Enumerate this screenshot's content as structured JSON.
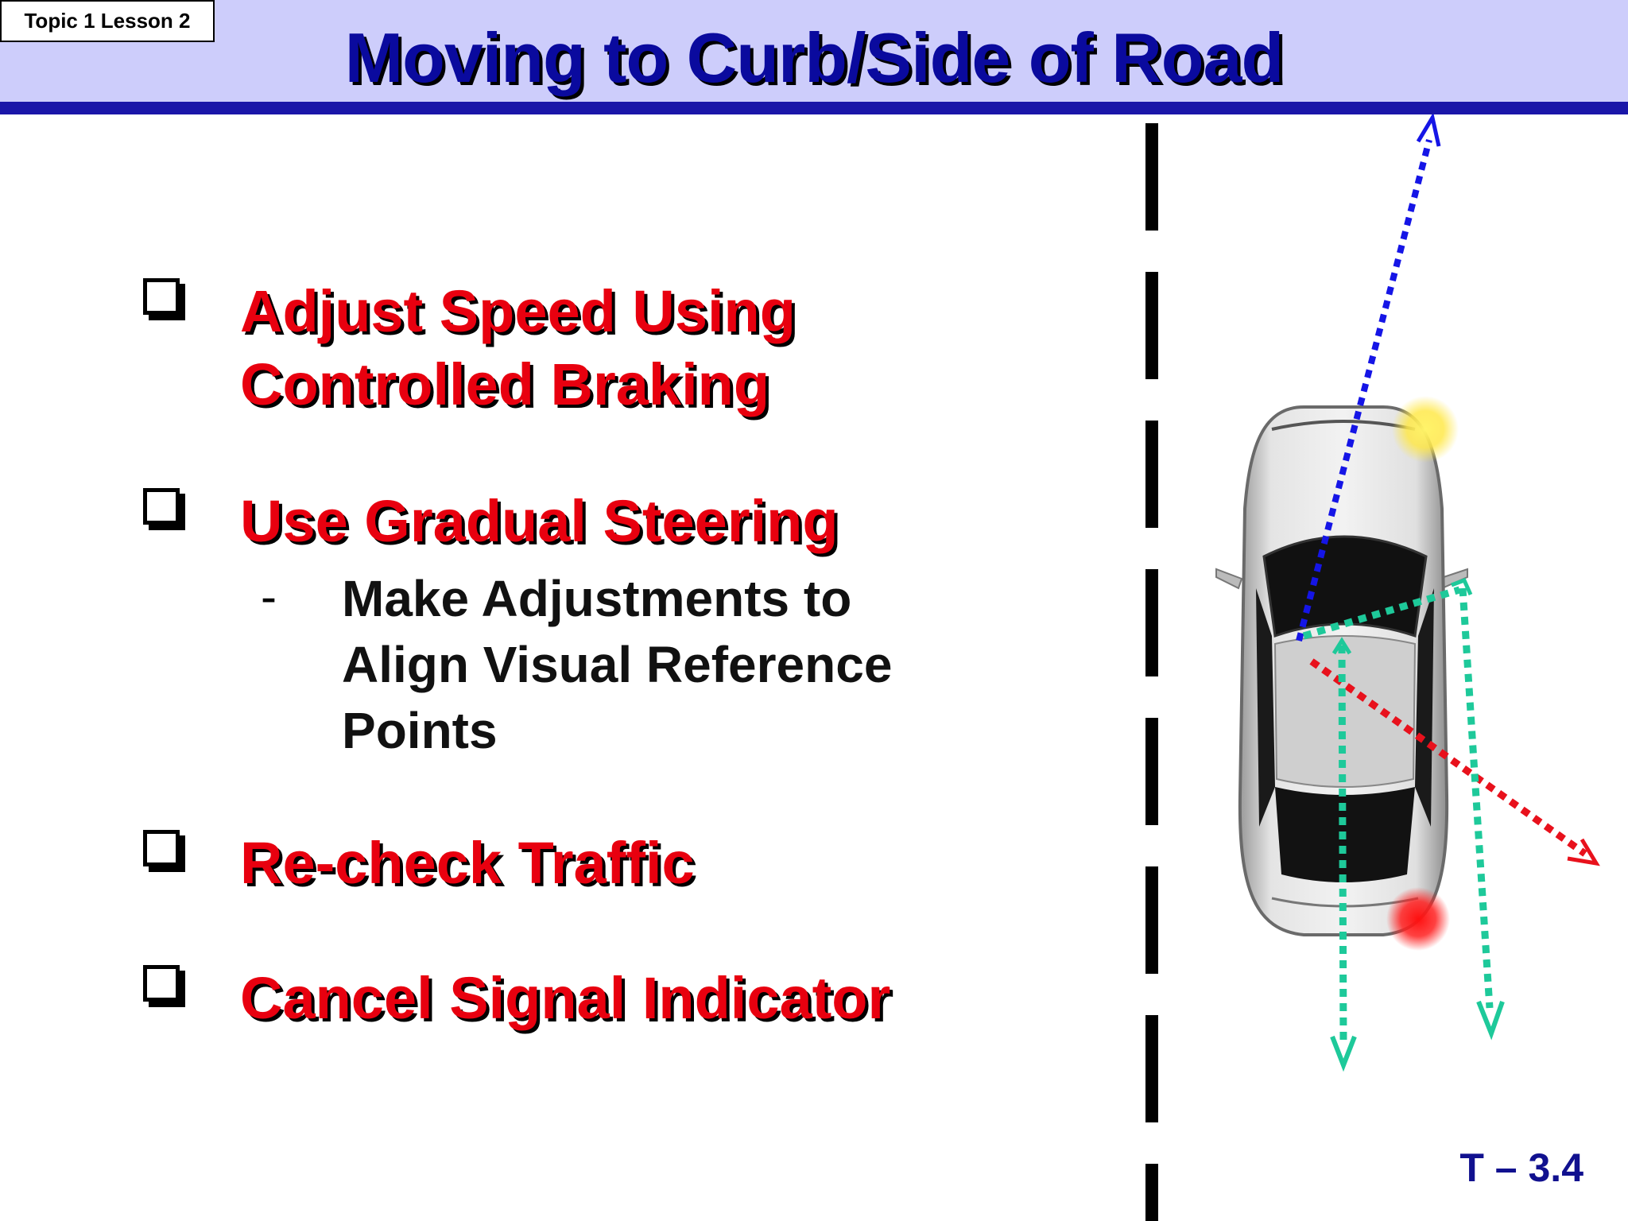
{
  "header": {
    "topic_tag": "Topic 1 Lesson 2",
    "title": "Moving to Curb/Side of Road"
  },
  "bullets": [
    {
      "lines": [
        "Adjust Speed Using",
        "Controlled Braking"
      ]
    },
    {
      "lines": [
        "Use Gradual Steering"
      ]
    },
    {
      "lines": [
        "Re-check Traffic"
      ]
    },
    {
      "lines": [
        "Cancel Signal Indicator"
      ]
    }
  ],
  "sub_bullet": {
    "marker": "-",
    "lines": [
      "Make Adjustments to",
      "Align Visual Reference",
      "Points"
    ]
  },
  "slide_number": "T – 3.4",
  "diagram": {
    "icons": [
      "road-center-line",
      "car-top-view",
      "blue-forward-arrow",
      "red-diagonal-arrow",
      "green-mirror-arrows",
      "turn-signal-light",
      "tail-light"
    ],
    "colors": {
      "blue_arrow": "#1515e6",
      "red_arrow": "#e8111c",
      "green_arrow": "#1ec99a",
      "signal_light": "#ffe84a",
      "tail_light": "#ff2020"
    }
  }
}
